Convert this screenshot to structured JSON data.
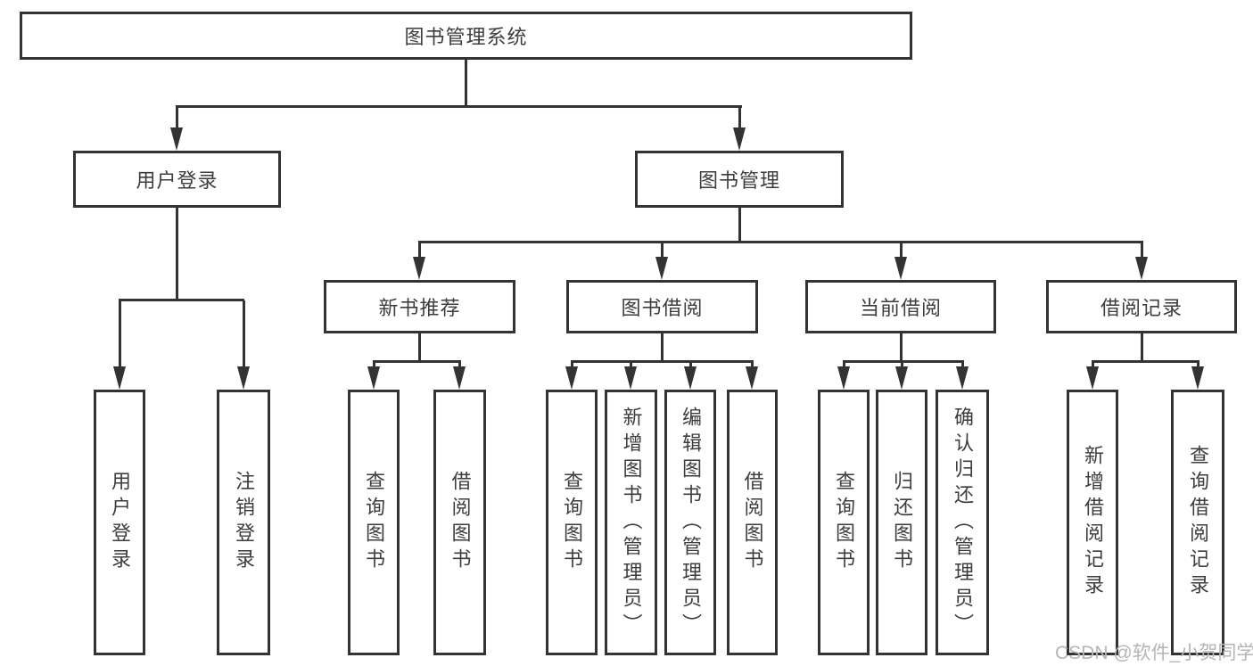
{
  "nodes": {
    "root": "图书管理系统",
    "user_login": "用户登录",
    "book_mgmt": "图书管理",
    "new_books": "新书推荐",
    "book_borrow": "图书借阅",
    "current_borrow": "当前借阅",
    "borrow_records": "借阅记录"
  },
  "leaves": [
    "用户登录",
    "注销登录",
    "查询图书",
    "借阅图书",
    "查询图书",
    "新增图书（管理员）",
    "编辑图书（管理员）",
    "借阅图书",
    "查询图书",
    "归还图书",
    "确认归还（管理员）",
    "新增借阅记录",
    "查询借阅记录"
  ],
  "watermark": "CSDN @软件_小贺同学",
  "colors": {
    "line": "#333333",
    "text": "#3d3d3d",
    "watermark": "#b5b5b5",
    "box_bg": "#ffffff",
    "page_bg": "#ffffff"
  }
}
